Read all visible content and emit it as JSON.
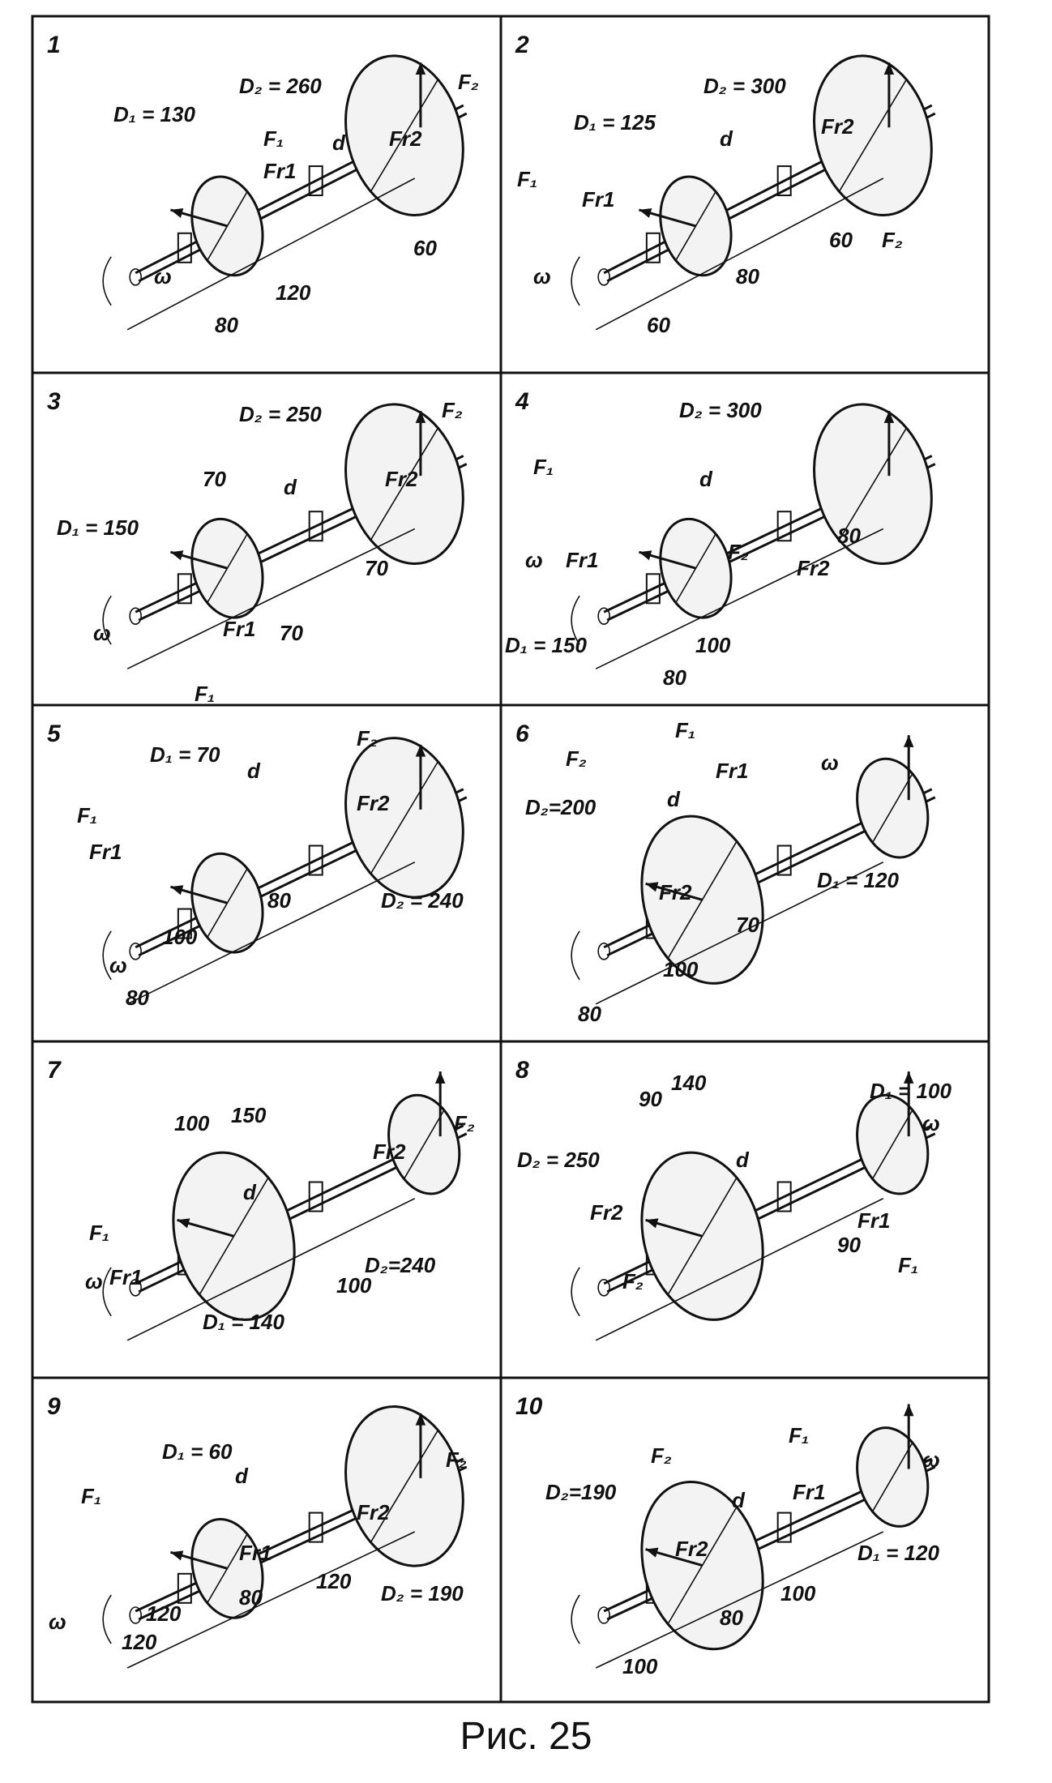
{
  "caption": "Рис. 25",
  "panels": [
    {
      "number": "1",
      "labels": [
        "D₁ = 130",
        "D₂ = 260",
        "F₂",
        "F₁",
        "Fr1",
        "Fr2",
        "d",
        "ω",
        "60",
        "120",
        "80"
      ]
    },
    {
      "number": "2",
      "labels": [
        "D₂ = 300",
        "D₁ = 125",
        "F₁",
        "Fr1",
        "Fr2",
        "d",
        "F₂",
        "ω",
        "80",
        "60",
        "60"
      ]
    },
    {
      "number": "3",
      "labels": [
        "D₂ = 250",
        "F₂",
        "D₁ = 150",
        "Fr2",
        "d",
        "70",
        "70",
        "70",
        "ω",
        "Fr1",
        "F₁"
      ]
    },
    {
      "number": "4",
      "labels": [
        "D₂ = 300",
        "F₁",
        "d",
        "ω",
        "Fr1",
        "F₂",
        "Fr2",
        "80",
        "D₁ = 150",
        "100",
        "80"
      ]
    },
    {
      "number": "5",
      "labels": [
        "D₁ = 70",
        "F₂",
        "d",
        "F₁",
        "Fr1",
        "Fr2",
        "D₂ = 240",
        "80",
        "100",
        "ω",
        "80"
      ]
    },
    {
      "number": "6",
      "labels": [
        "F₁",
        "F₂",
        "Fr1",
        "ω",
        "D₂=200",
        "d",
        "Fr2",
        "D₁ = 120",
        "70",
        "100",
        "80"
      ]
    },
    {
      "number": "7",
      "labels": [
        "150",
        "100",
        "F₂",
        "Fr2",
        "d",
        "F₁",
        "D₂=240",
        "100",
        "ω",
        "Fr1",
        "D₁ = 140"
      ]
    },
    {
      "number": "8",
      "labels": [
        "140",
        "D₁ = 100",
        "90",
        "ω",
        "D₂ = 250",
        "d",
        "Fr2",
        "Fr1",
        "90",
        "F₁",
        "F₂"
      ]
    },
    {
      "number": "9",
      "labels": [
        "F₂",
        "D₁ = 60",
        "d",
        "F₁",
        "Fr2",
        "Fr1",
        "D₂ = 190",
        "120",
        "80",
        "120",
        "ω",
        "120"
      ]
    },
    {
      "number": "10",
      "labels": [
        "F₁",
        "F₂",
        "ω",
        "D₂=190",
        "d",
        "Fr1",
        "Fr2",
        "D₁ = 120",
        "100",
        "80",
        "100"
      ]
    }
  ]
}
